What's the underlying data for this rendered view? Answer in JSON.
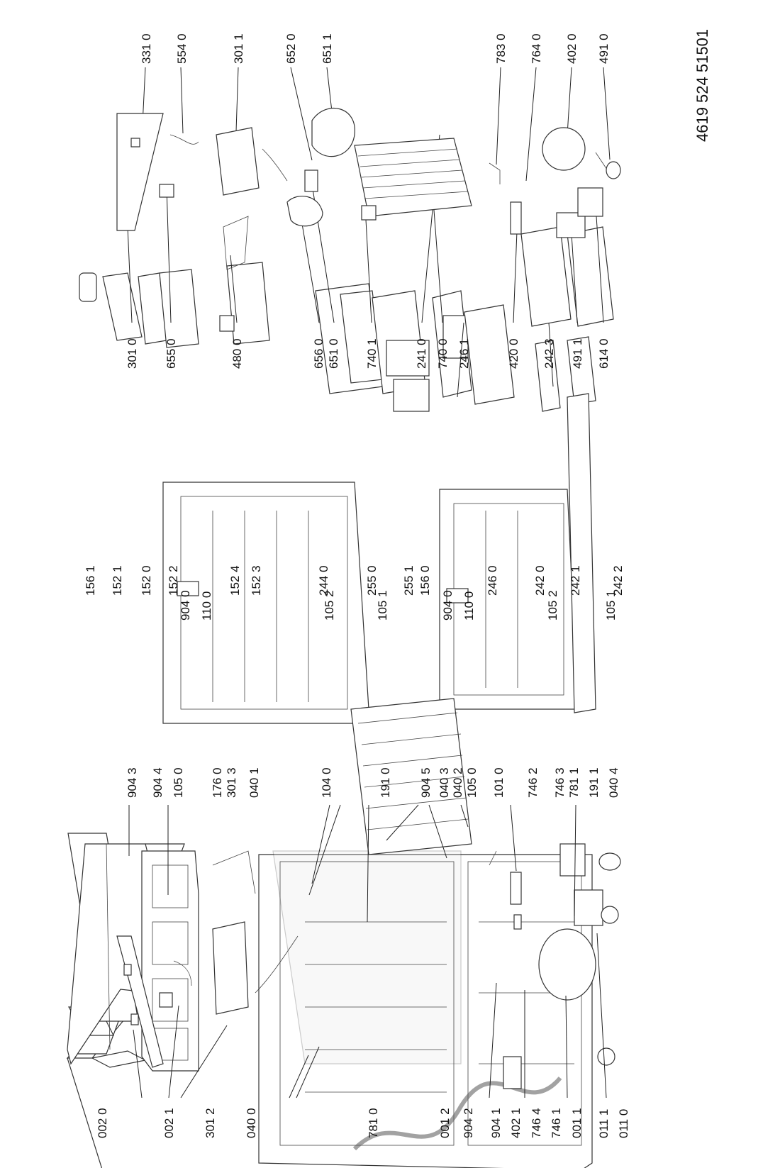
{
  "document": {
    "code": "4619 524 51501"
  },
  "labels": {
    "l3310": "331 0",
    "l5540": "554 0",
    "l3011": "301 1",
    "l6520": "652 0",
    "l6511": "651 1",
    "l7830": "783 0",
    "l7640": "764 0",
    "l4020": "402 0",
    "l4910": "491 0",
    "l3010": "301 0",
    "l6550": "655 0",
    "l4800": "480 0",
    "l6560": "656 0",
    "l6510": "651 0",
    "l7401": "740 1",
    "l2410": "241 0",
    "l7400": "740 0",
    "l2461": "246 1",
    "l4200": "420 0",
    "l2423": "242 3",
    "l4911": "491 1",
    "l6140": "614 0",
    "l1561": "156 1",
    "l1521": "152 1",
    "l1520": "152 0",
    "l1522": "152 2",
    "l1524": "152 4",
    "l1523": "152 3",
    "l2440": "244 0",
    "l2550": "255 0",
    "l2551": "255 1",
    "l1560": "156 0",
    "l2460": "246 0",
    "l2420": "242 0",
    "l2421": "242 1",
    "l2422": "242 2",
    "l9040a": "904 0",
    "l1100a": "110 0",
    "l1052a": "105 2",
    "l1051a": "105 1",
    "l9040b": "904 0",
    "l1100b": "110 0",
    "l1052b": "105 2",
    "l1051b": "105 1",
    "l9043": "904 3",
    "l9044": "904 4",
    "l1050a": "105 0",
    "l1760": "176 0",
    "l3013": "301 3",
    "l0401": "040 1",
    "l1040": "104 0",
    "l1910": "191 0",
    "l9045": "904 5",
    "l0403": "040 3",
    "l0402": "040 2",
    "l1050b": "105 0",
    "l1010": "101 0",
    "l7462": "746 2",
    "l7463": "746 3",
    "l7811": "781 1",
    "l1911": "191 1",
    "l0404": "040 4",
    "l0020": "002 0",
    "l0021": "002 1",
    "l3012": "301 2",
    "l0400": "040 0",
    "l7810": "781 0",
    "l0012": "001 2",
    "l9042": "904 2",
    "l9041": "904 1",
    "l4021": "402 1",
    "l7464": "746 4",
    "l7461": "746 1",
    "l0011": "001 1",
    "l0111": "011 1",
    "l0110": "011 0"
  }
}
